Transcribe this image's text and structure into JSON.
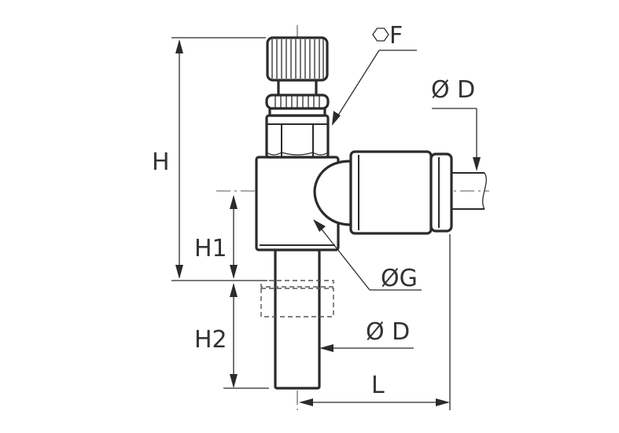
{
  "labels": {
    "hex_f": "F",
    "diam_d_top": "Ø D",
    "height_h": "H",
    "height_h1": "H1",
    "diam_g": "ØG",
    "height_h2": "H2",
    "diam_d_bottom": "Ø D",
    "length_l": "L"
  },
  "colors": {
    "line": "#2b2b2b",
    "text": "#333333",
    "background": "#ffffff"
  }
}
